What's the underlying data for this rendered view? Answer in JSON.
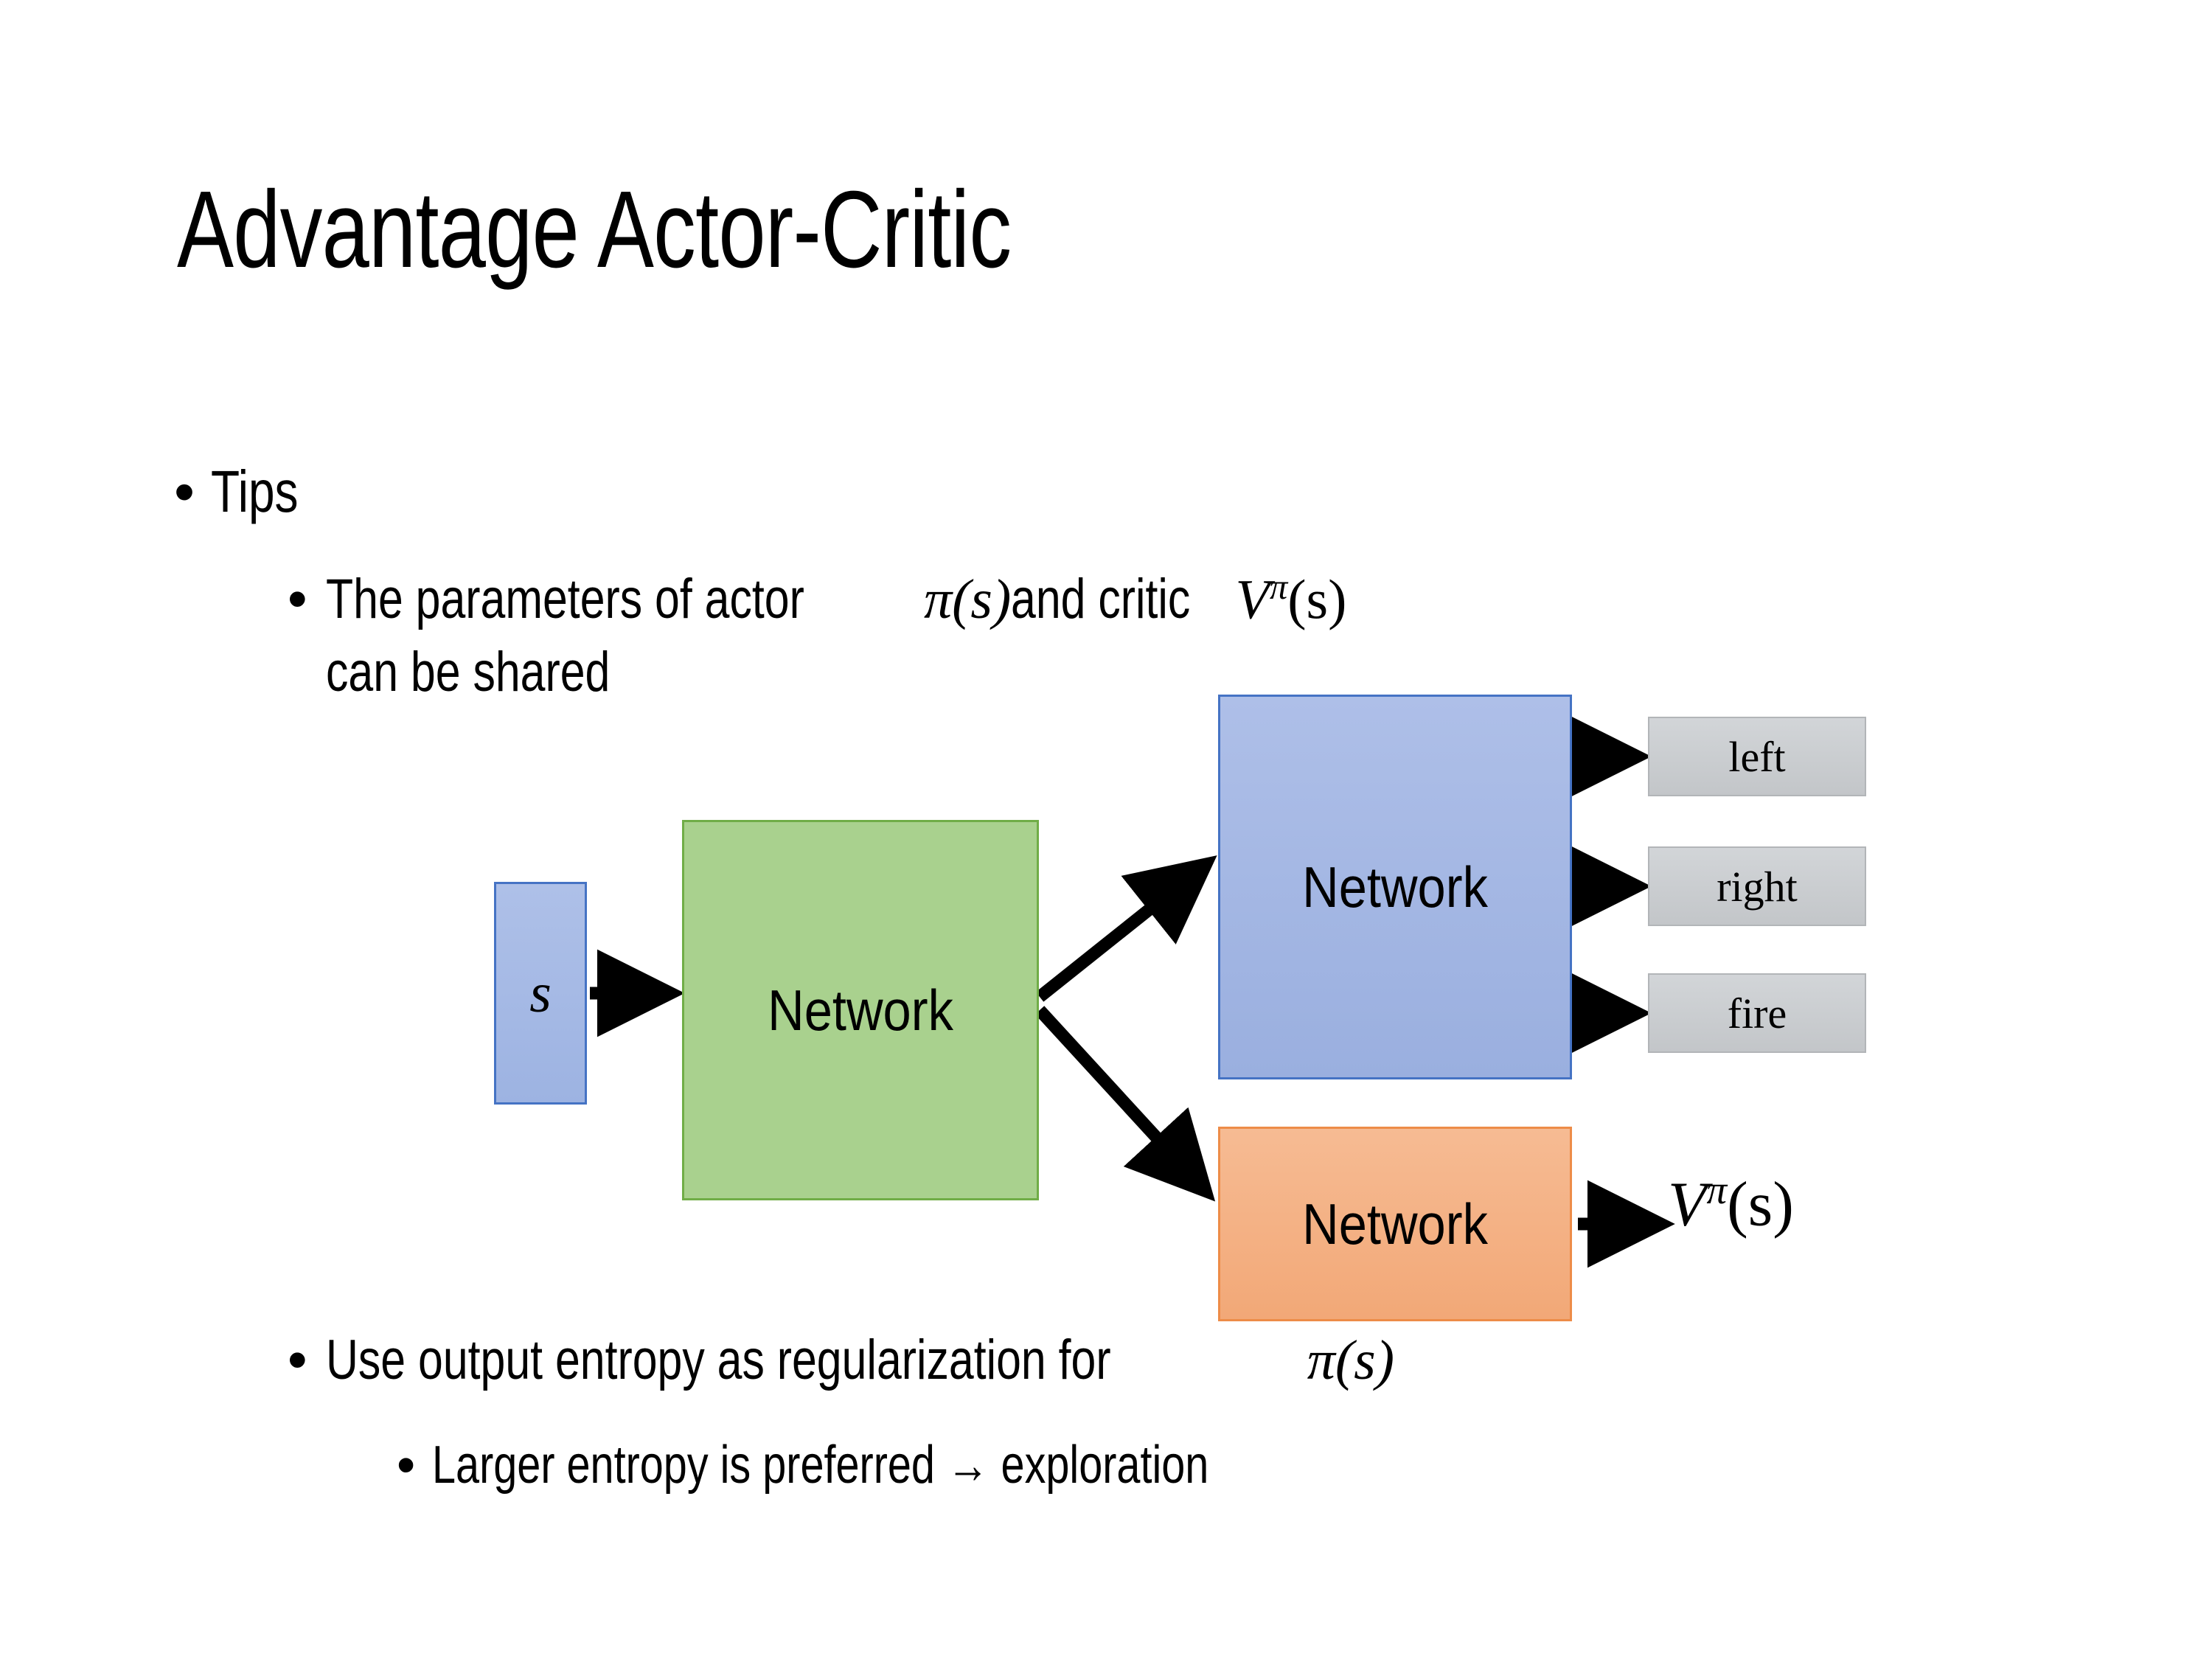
{
  "slide": {
    "title": "Advantage Actor-Critic",
    "background_color": "#ffffff",
    "text_color": "#000000"
  },
  "bullets": {
    "tips": {
      "marker": "•",
      "text": "Tips"
    },
    "params": {
      "marker": "•",
      "line1_prefix": "The parameters of actor ",
      "math_actor": "π(s)",
      "line1_middle": "  and critic ",
      "math_critic_base": "V",
      "math_critic_sup": "π",
      "math_critic_arg": "(s)",
      "line2": "can be shared"
    },
    "entropy": {
      "marker": "•",
      "text": "Use output entropy as regularization for ",
      "math": "π(s)"
    },
    "larger": {
      "marker": "•",
      "text": "Larger entropy is preferred → exploration"
    }
  },
  "diagram": {
    "input_box": {
      "label": "s",
      "fill": "#a5b9e4",
      "border": "#4573c4"
    },
    "shared_network": {
      "label": "Network",
      "fill": "#a9d18e",
      "border": "#70ad47"
    },
    "actor_network": {
      "label": "Network",
      "fill": "#a3b7e3",
      "border": "#4573c4"
    },
    "critic_network": {
      "label": "Network",
      "fill": "#f4b183",
      "border": "#ed8c48"
    },
    "action_outputs": [
      {
        "label": "left",
        "fill": "#c9ccd0",
        "border": "#b2b5b8"
      },
      {
        "label": "right",
        "fill": "#c9ccd0",
        "border": "#b2b5b8"
      },
      {
        "label": "fire",
        "fill": "#c9ccd0",
        "border": "#b2b5b8"
      }
    ],
    "value_output": {
      "base": "V",
      "sup": "π",
      "arg": "(s)"
    },
    "arrow_color": "#000000"
  }
}
